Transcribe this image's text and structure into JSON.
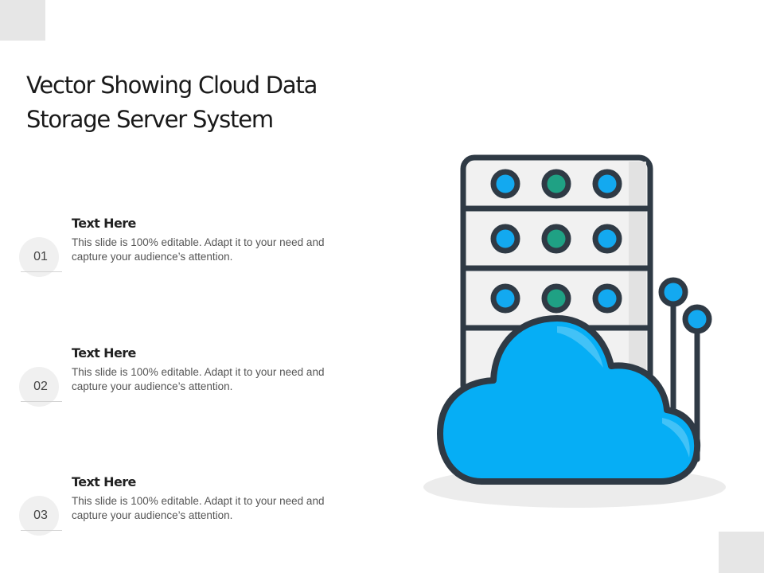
{
  "slide": {
    "title_line1": "Vector Showing Cloud Data",
    "title_line2": "Storage Server System"
  },
  "points": [
    {
      "number": "01",
      "heading": "Text Here",
      "body": "This slide is 100% editable. Adapt it to your need and capture your audience’s attention."
    },
    {
      "number": "02",
      "heading": "Text Here",
      "body": "This slide is 100% editable. Adapt it to your need and capture your audience’s attention."
    },
    {
      "number": "03",
      "heading": "Text Here",
      "body": "This slide is 100% editable. Adapt it to your need and capture your audience’s attention."
    }
  ],
  "illustration": {
    "icon": "cloud-server-icon",
    "colors": {
      "outline": "#2f3a45",
      "cloud": "#06aef5",
      "cloud_highlight": "#42c2f7",
      "server_panel": "#f1f1f1",
      "led_blue": "#13a9f0",
      "led_green": "#1fa184",
      "shadow": "#e3e3e3"
    }
  }
}
